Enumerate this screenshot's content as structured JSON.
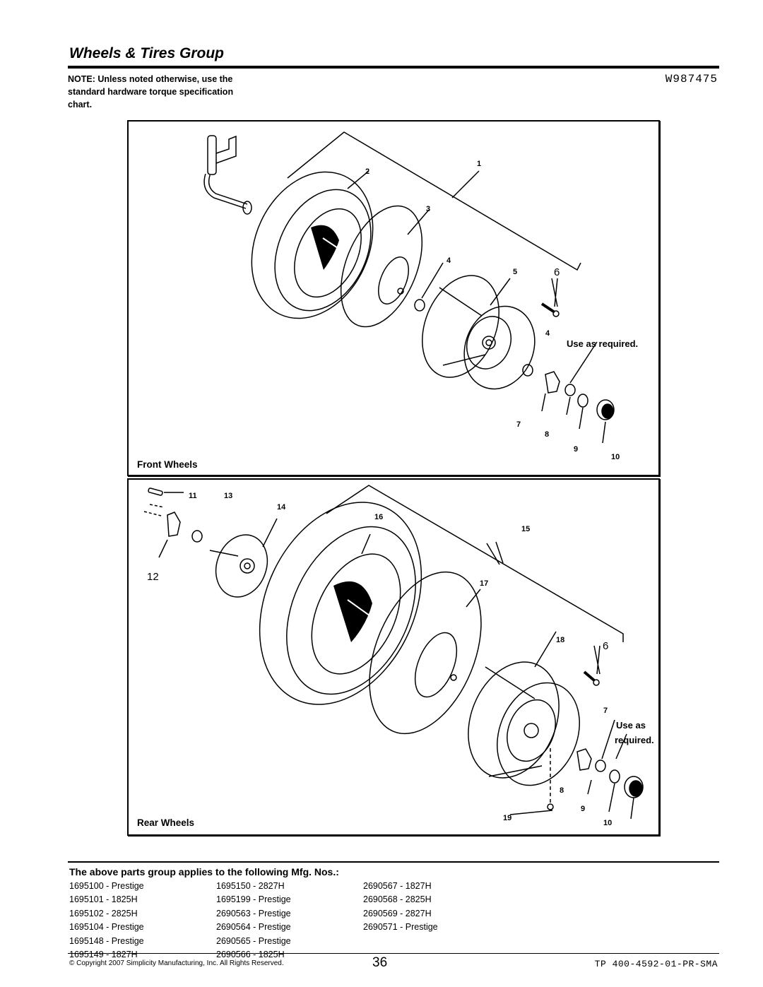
{
  "page": {
    "title": "Wheels & Tires Group",
    "note": "NOTE: Unless noted otherwise, use the standard hardware torque specification chart.",
    "drawing_code": "W987475"
  },
  "front_panel": {
    "label": "Front Wheels",
    "callouts": [
      "1",
      "2",
      "3",
      "4",
      "5",
      "6",
      "4",
      "7",
      "8",
      "9",
      "10"
    ],
    "use_as_required": "Use as required."
  },
  "rear_panel": {
    "label": "Rear Wheels",
    "callouts": [
      "11",
      "13",
      "14",
      "16",
      "15",
      "12",
      "17",
      "18",
      "6",
      "7",
      "8",
      "9",
      "19",
      "10"
    ],
    "use_as": "Use as",
    "required": "required."
  },
  "applies": {
    "heading": "The above parts group applies to the following Mfg. Nos.:",
    "columns": [
      [
        "1695100 - Prestige",
        "1695101 - 1825H",
        "1695102 - 2825H",
        "1695104 - Prestige",
        "1695148 - Prestige",
        "1695149 - 1827H"
      ],
      [
        "1695150 - 2827H",
        "1695199 - Prestige",
        "2690563 - Prestige",
        "2690564 - Prestige",
        "2690565 - Prestige",
        "2690566 - 1825H"
      ],
      [
        "2690567 - 1827H",
        "2690568 - 2825H",
        "2690569 - 2827H",
        "2690571 - Prestige"
      ]
    ]
  },
  "footer": {
    "copyright": "© Copyright 2007 Simplicity Manufacturing, Inc. All Rights Reserved.",
    "page_number": "36",
    "doc_code": "TP 400-4592-01-PR-SMA"
  }
}
